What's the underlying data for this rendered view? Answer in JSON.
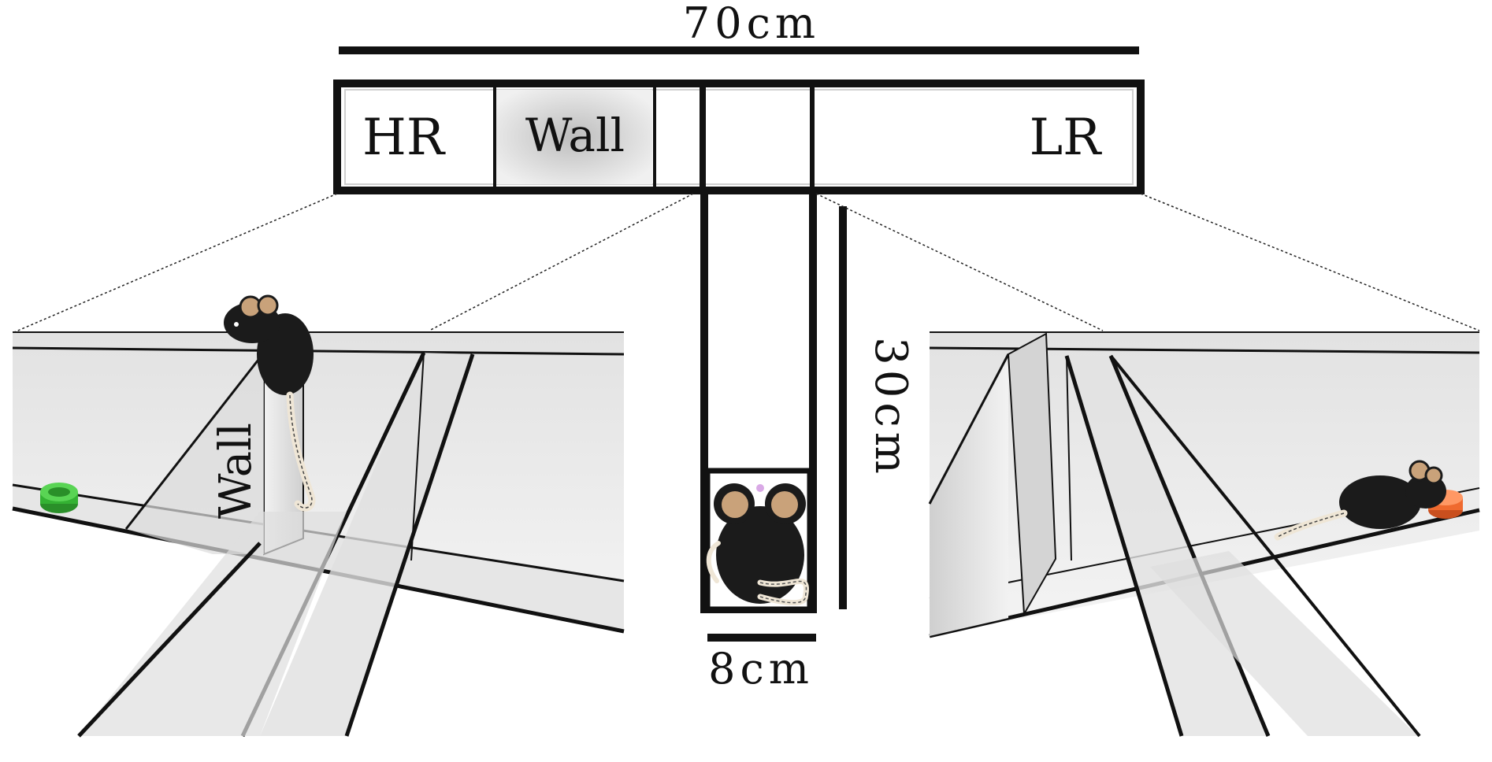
{
  "labels": {
    "width_total": "70cm",
    "arm_length": "30cm",
    "arm_width": "8cm",
    "high_reward": "HR",
    "low_reward": "LR",
    "wall_top": "Wall",
    "wall_side": "Wall"
  },
  "colors": {
    "ink": "#111111",
    "floor": "#d9d9d9",
    "floor_light": "#ececec",
    "wall_shade": "#c8c8c8",
    "mouse_fur": "#1b1b1b",
    "mouse_ear": "#c9a27a",
    "mouse_tail": "#efe6d6",
    "high_reward_cup": "#34b233",
    "low_reward_cup": "#ef6a2f"
  },
  "icons": {
    "high_reward_cup": "green-food-cup-icon",
    "low_reward_cup": "orange-food-cup-icon",
    "mouse": "mouse-icon"
  }
}
